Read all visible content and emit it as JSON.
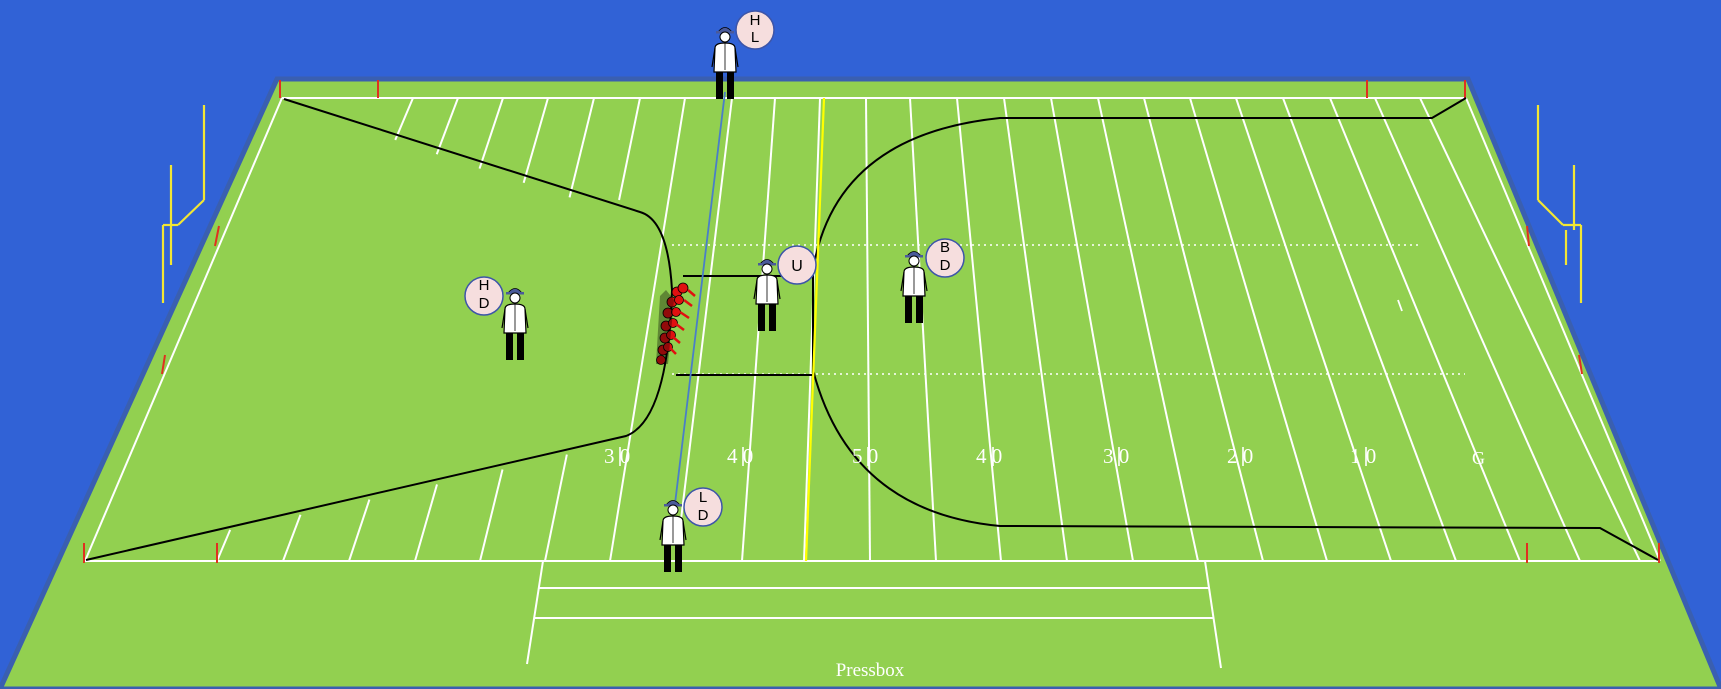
{
  "colors": {
    "sky": "#3162d6",
    "field": "#92d050",
    "field_edge": "#3a5fb0",
    "yard_line": "#ffffff",
    "first_down_line": "#ffff00",
    "los_line": "#4a7ec8",
    "goalpost": "#f2e634",
    "pylon": "#e03020",
    "zone_outline": "#000000",
    "badge_fill": "#f6dede",
    "badge_stroke": "#3d55a8",
    "player": "#e01010"
  },
  "yard_numbers": [
    "3 0",
    "4 0",
    "5 0",
    "4 0",
    "3 0",
    "2 0",
    "1 0",
    "G"
  ],
  "pressbox_label": "Pressbox",
  "officials": [
    {
      "id": "hl",
      "badge_lines": [
        "H",
        "L"
      ]
    },
    {
      "id": "u",
      "badge_lines": [
        "U"
      ]
    },
    {
      "id": "bd",
      "badge_lines": [
        "B",
        "D"
      ]
    },
    {
      "id": "hd",
      "badge_lines": [
        "H",
        "D"
      ]
    },
    {
      "id": "ld",
      "badge_lines": [
        "L",
        "D"
      ]
    }
  ],
  "icons": {
    "official": "referee-figure-icon",
    "players": "player-cluster-icon",
    "goalpost": "goalpost-icon"
  }
}
